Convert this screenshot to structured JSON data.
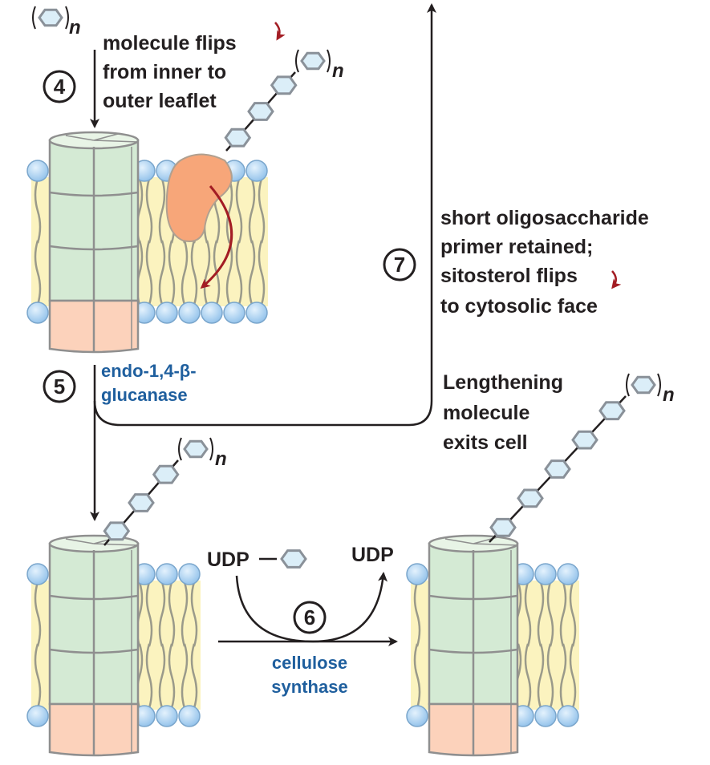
{
  "step4": {
    "number": "4",
    "lines": [
      "molecule flips",
      "from inner to",
      "outer leaflet"
    ]
  },
  "step5": {
    "number": "5",
    "enzyme_lines": [
      "endo-1,4-β-",
      "glucanase"
    ]
  },
  "step6": {
    "number": "6",
    "enzyme_lines": [
      "cellulose",
      "synthase"
    ],
    "udp_in": "UDP",
    "udp_out": "UDP"
  },
  "step7": {
    "number": "7",
    "lines": [
      "short oligosaccharide",
      "primer retained;",
      "sitosterol flips",
      "to cytosolic face"
    ]
  },
  "exit_text": {
    "lines": [
      "Lengthening",
      "molecule",
      "exits cell"
    ]
  },
  "repeat_label": "n",
  "colors": {
    "cylinder_green": "#d4ead4",
    "cylinder_pink": "#fcd2bb",
    "lipid_head": "#9fcbef",
    "tail_fill": "#fbf3bf",
    "protein": "#f7a679",
    "arrow_red": "#a31d24",
    "blue_text": "#1f5f9e"
  }
}
